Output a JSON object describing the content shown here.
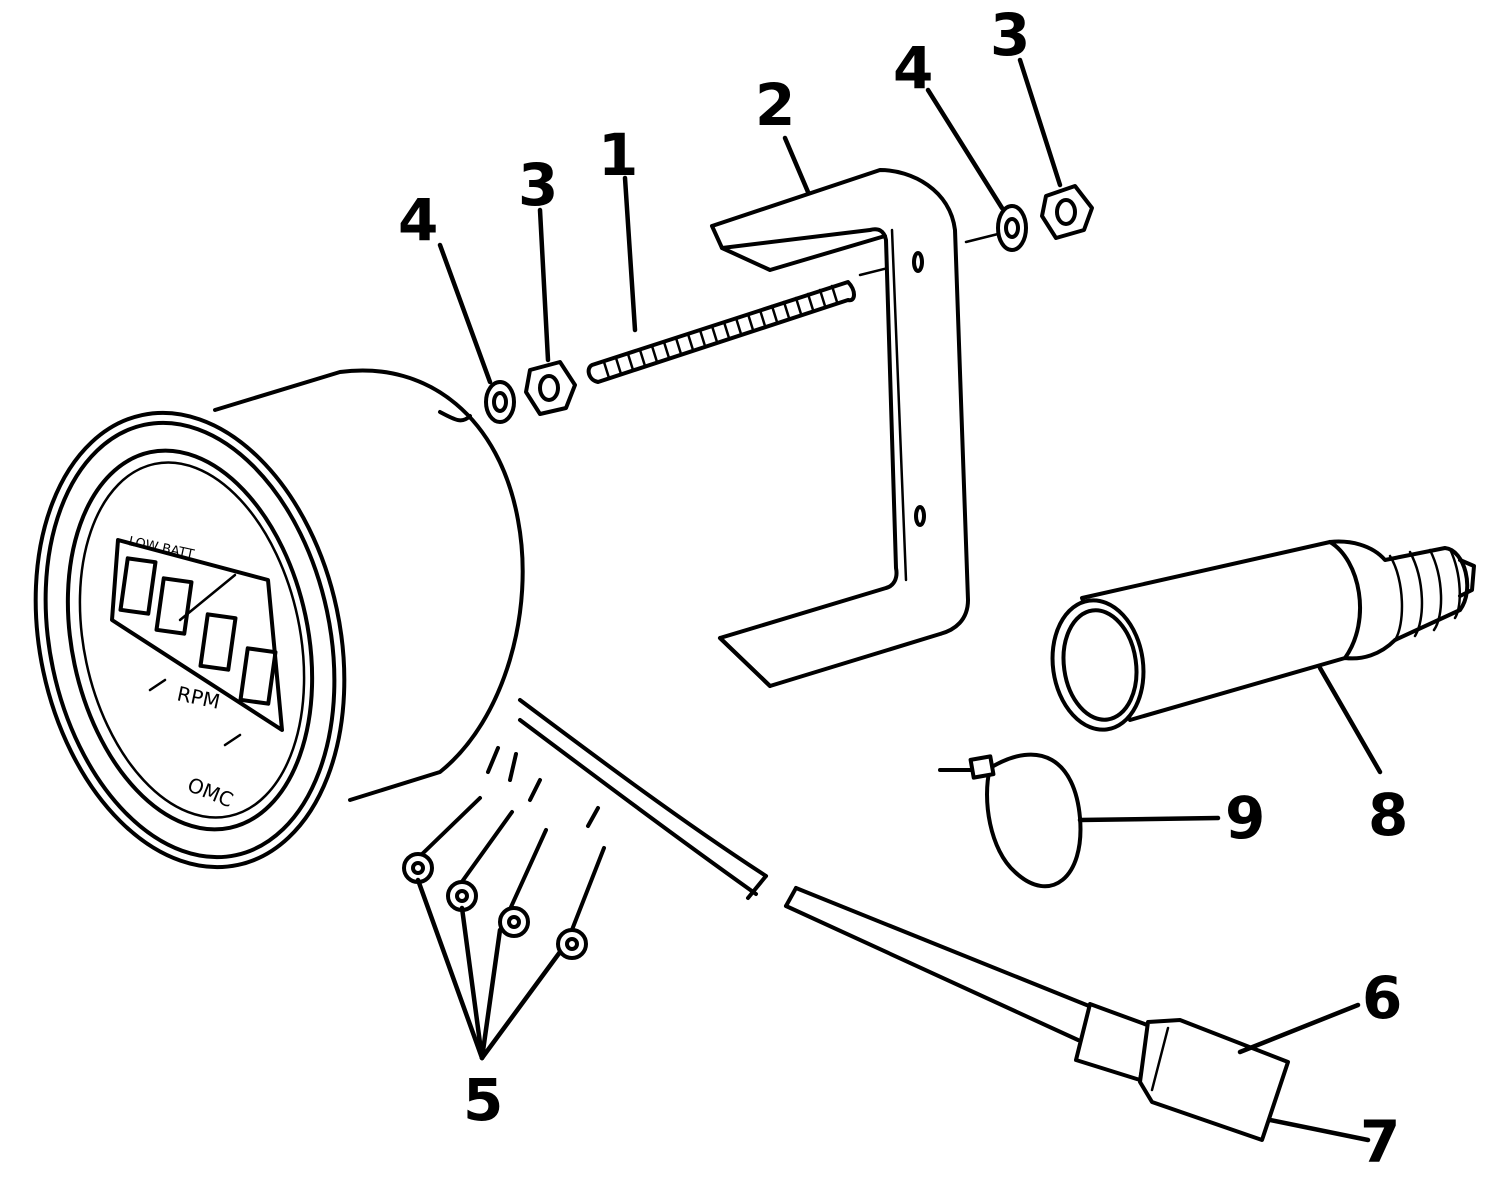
{
  "gauge": {
    "display_label": "RPM",
    "brand": "OMC",
    "top_label": "LOW BATT"
  },
  "callouts": [
    {
      "id": "c1",
      "text": "1"
    },
    {
      "id": "c2",
      "text": "2"
    },
    {
      "id": "c3a",
      "text": "3"
    },
    {
      "id": "c3b",
      "text": "3"
    },
    {
      "id": "c4a",
      "text": "4"
    },
    {
      "id": "c4b",
      "text": "4"
    },
    {
      "id": "c5",
      "text": "5"
    },
    {
      "id": "c6",
      "text": "6"
    },
    {
      "id": "c7",
      "text": "7"
    },
    {
      "id": "c8",
      "text": "8"
    },
    {
      "id": "c9",
      "text": "9"
    }
  ]
}
